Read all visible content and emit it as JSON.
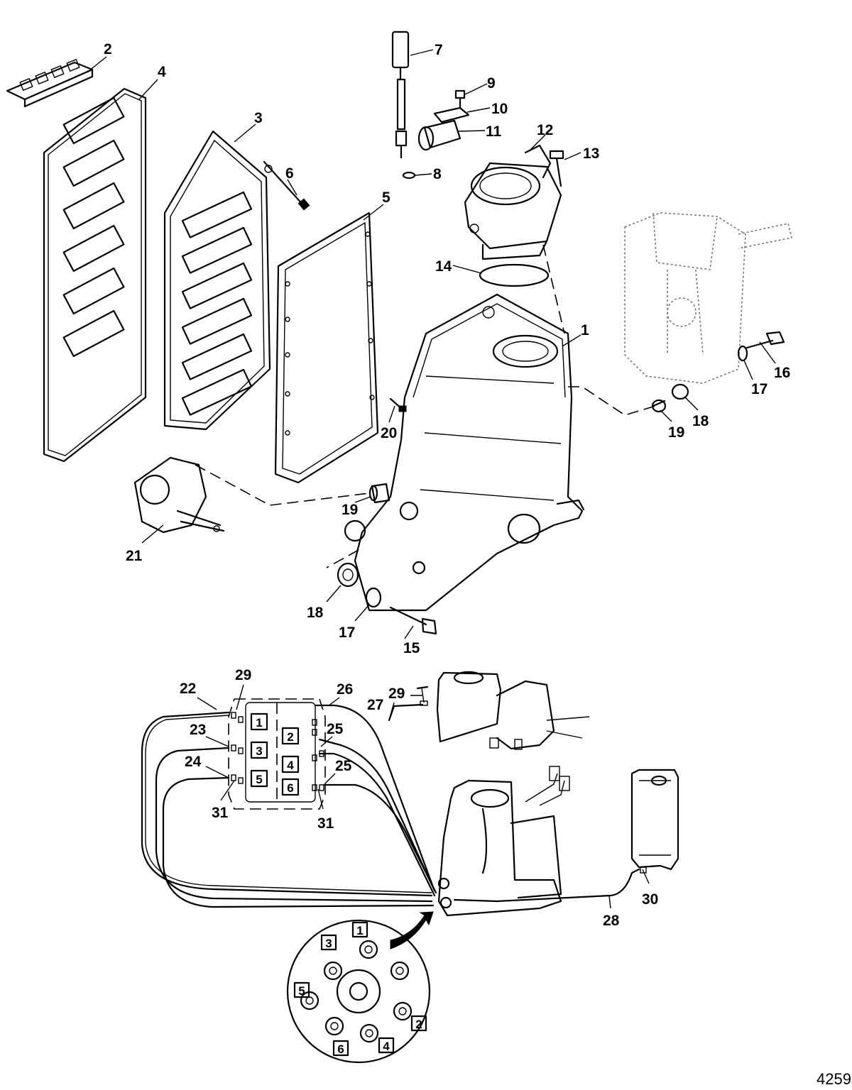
{
  "figure_number": "4259",
  "callouts": [
    "1",
    "2",
    "3",
    "4",
    "5",
    "6",
    "7",
    "8",
    "9",
    "10",
    "11",
    "12",
    "13",
    "14",
    "15",
    "16",
    "17",
    "18",
    "19",
    "20",
    "21",
    "22",
    "23",
    "24",
    "25",
    "26",
    "27",
    "28",
    "29",
    "30",
    "31"
  ],
  "cylinder_numbers": [
    "1",
    "2",
    "3",
    "4",
    "5",
    "6"
  ]
}
